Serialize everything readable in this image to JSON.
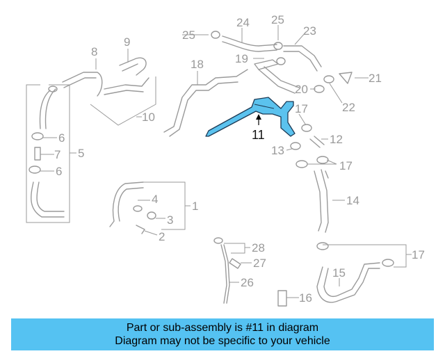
{
  "diagram": {
    "callouts": {
      "c1": "1",
      "c2": "2",
      "c3": "3",
      "c4": "4",
      "c5": "5",
      "c6a": "6",
      "c6b": "6",
      "c7": "7",
      "c8": "8",
      "c9": "9",
      "c10": "10",
      "c11": "11",
      "c12": "12",
      "c13": "13",
      "c14": "14",
      "c15": "15",
      "c16": "16",
      "c17a": "17",
      "c17b": "17",
      "c17c": "17",
      "c18": "18",
      "c19": "19",
      "c20": "20",
      "c21": "21",
      "c22": "22",
      "c23": "23",
      "c24": "24",
      "c25a": "25",
      "c25b": "25",
      "c26": "26",
      "c27": "27",
      "c28": "28"
    },
    "highlight_color": "#5bc2ee",
    "highlighted_part": "11"
  },
  "banner": {
    "line1": "Part or sub-assembly is #11 in diagram",
    "line2": "Diagram may not be specific to your vehicle",
    "color": "#55c2f2"
  }
}
